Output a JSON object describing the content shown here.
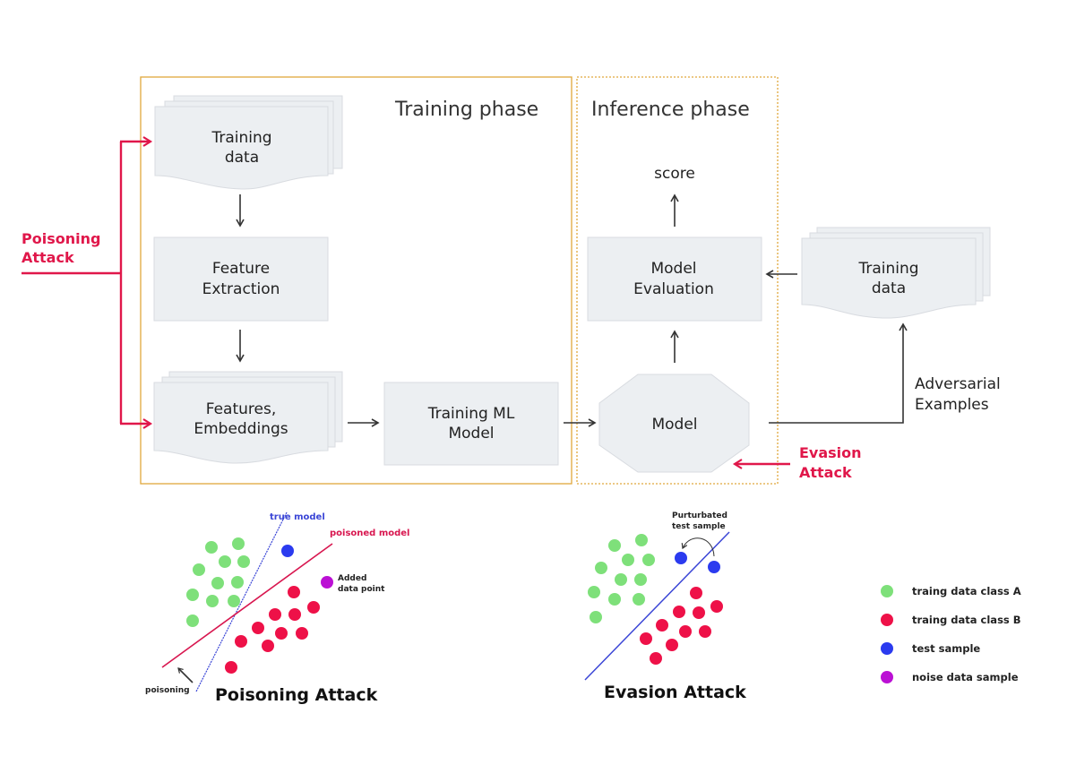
{
  "colors": {
    "attack_red": "#e0174a",
    "training_frame": "#e0a83c",
    "inference_frame": "#e0a83c",
    "box_fill": "#eceff2",
    "class_a": "#7ee07a",
    "class_b": "#ee1148",
    "test_sample": "#2b3bef",
    "noise_sample": "#bb10d4",
    "true_model_line": "#3a45d6",
    "poisoned_model_line": "#d8164f",
    "evasion_line": "#3a45d6"
  },
  "phases": {
    "training": "Training phase",
    "inference": "Inference phase"
  },
  "nodes": {
    "training_data": [
      "Training",
      "data"
    ],
    "feature_extraction": [
      "Feature",
      "Extraction"
    ],
    "features_embeddings": [
      "Features,",
      "Embeddings"
    ],
    "training_ml_model": [
      "Training ML",
      "Model"
    ],
    "model": "Model",
    "model_evaluation": [
      "Model",
      "Evaluation"
    ],
    "score": "score",
    "external_training_data": [
      "Training",
      "data"
    ],
    "adversarial_examples": [
      "Adversarial",
      "Examples"
    ]
  },
  "attacks": {
    "poisoning": [
      "Poisoning",
      "Attack"
    ],
    "evasion": [
      "Evasion",
      "Attack"
    ]
  },
  "poisoning_plot": {
    "caption": "Poisoning Attack",
    "true_model_label": "true model",
    "poisoned_model_label": "poisoned model",
    "added_point_label": [
      "Added",
      "data point"
    ],
    "poisoning_label": "poisoning",
    "class_a_points": [
      [
        236,
        611
      ],
      [
        266,
        607
      ],
      [
        222,
        636
      ],
      [
        251,
        627
      ],
      [
        272,
        627
      ],
      [
        243,
        651
      ],
      [
        265,
        650
      ],
      [
        215,
        664
      ],
      [
        237,
        671
      ],
      [
        261,
        671
      ],
      [
        215,
        693
      ]
    ],
    "class_b_points": [
      [
        328,
        661
      ],
      [
        350,
        678
      ],
      [
        307,
        686
      ],
      [
        329,
        686
      ],
      [
        288,
        701
      ],
      [
        314,
        707
      ],
      [
        337,
        707
      ],
      [
        269,
        716
      ],
      [
        299,
        721
      ],
      [
        258,
        745
      ]
    ],
    "test_points": [
      [
        321,
        615
      ]
    ],
    "noise_points": [
      [
        365,
        650
      ]
    ]
  },
  "evasion_plot": {
    "caption": "Evasion Attack",
    "perturbed_label": [
      "Purturbated",
      "test sample"
    ],
    "class_a_points": [
      [
        686,
        609
      ],
      [
        716,
        603
      ],
      [
        671,
        634
      ],
      [
        701,
        625
      ],
      [
        724,
        625
      ],
      [
        693,
        647
      ],
      [
        715,
        647
      ],
      [
        663,
        661
      ],
      [
        686,
        669
      ],
      [
        713,
        669
      ],
      [
        665,
        689
      ]
    ],
    "class_b_points": [
      [
        777,
        662
      ],
      [
        800,
        677
      ],
      [
        758,
        683
      ],
      [
        780,
        684
      ],
      [
        739,
        698
      ],
      [
        765,
        705
      ],
      [
        787,
        705
      ],
      [
        721,
        713
      ],
      [
        750,
        720
      ],
      [
        732,
        735
      ]
    ],
    "test_points": [
      [
        760,
        623
      ],
      [
        797,
        633
      ]
    ]
  },
  "legend": [
    {
      "label": "traing data class A",
      "color_key": "class_a"
    },
    {
      "label": "traing data class B",
      "color_key": "class_b"
    },
    {
      "label": "test sample",
      "color_key": "test_sample"
    },
    {
      "label": "noise data sample",
      "color_key": "noise_sample"
    }
  ]
}
